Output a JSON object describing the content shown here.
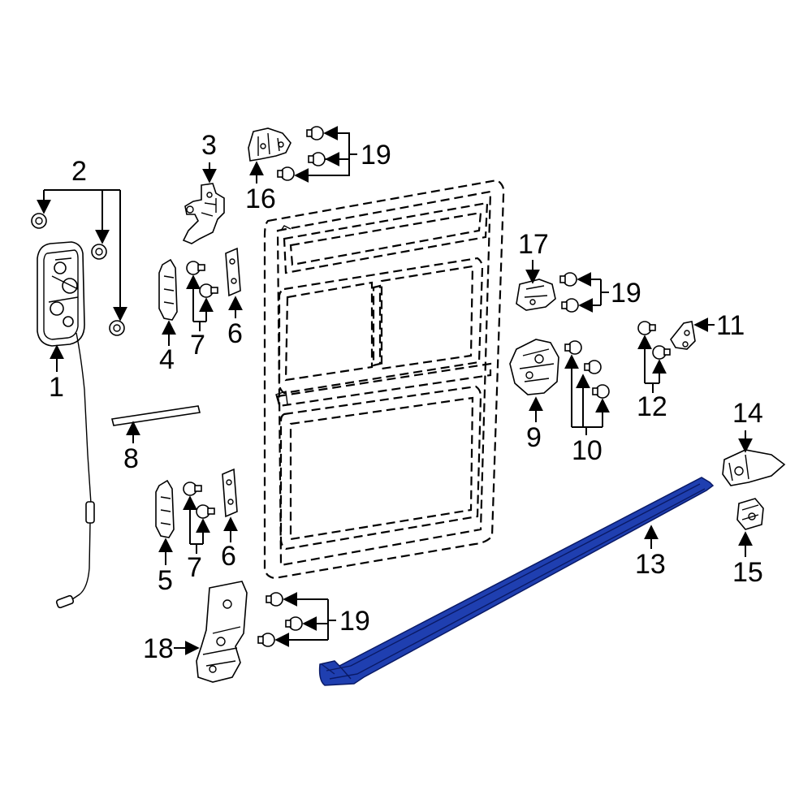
{
  "diagram": {
    "highlight_color": "#1f3fb0",
    "highlighted_part": "13",
    "callouts": {
      "c1": "1",
      "c2": "2",
      "c3": "3",
      "c4": "4",
      "c5": "5",
      "c6a": "6",
      "c6b": "6",
      "c7a": "7",
      "c7b": "7",
      "c8": "8",
      "c9": "9",
      "c10": "10",
      "c11": "11",
      "c12": "12",
      "c13": "13",
      "c14": "14",
      "c15": "15",
      "c16": "16",
      "c17": "17",
      "c18": "18",
      "c19a": "19",
      "c19b": "19",
      "c19c": "19"
    }
  }
}
